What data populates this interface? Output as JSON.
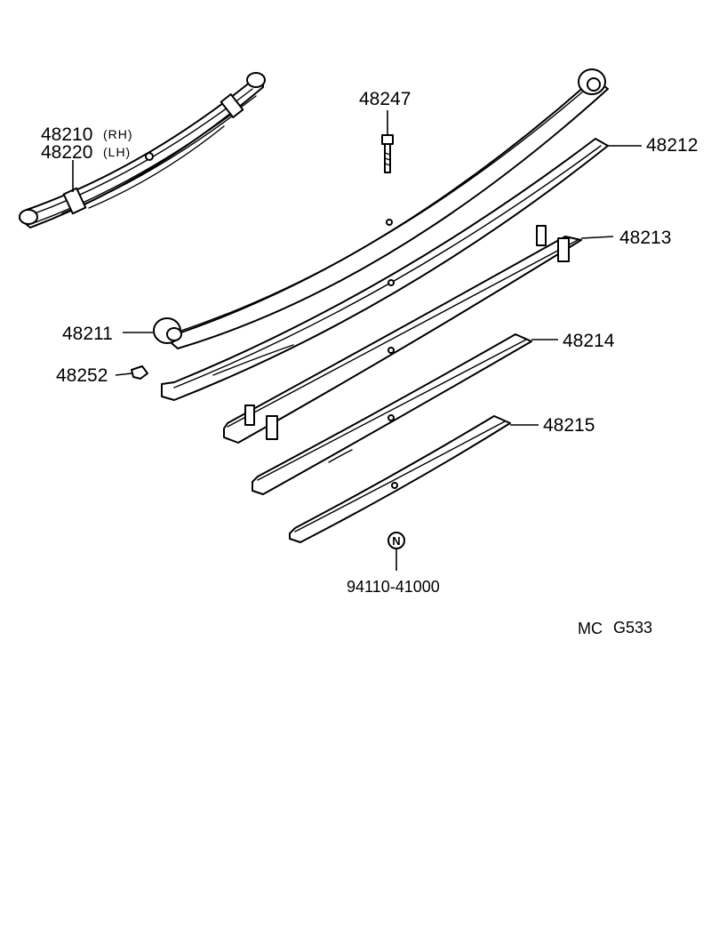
{
  "colors": {
    "line": "#000000",
    "background": "#ffffff"
  },
  "callouts": {
    "assembly_rh": {
      "part_no": "48210",
      "side": "(RH)"
    },
    "assembly_lh": {
      "part_no": "48220",
      "side": "(LH)"
    },
    "bolt": "48247",
    "leaf_main": "48211",
    "leaf_2": "48212",
    "leaf_3": "48213",
    "leaf_4": "48214",
    "leaf_5": "48215",
    "clip": "48252",
    "nut": {
      "mark": "N",
      "part_no": "94110-41000"
    }
  },
  "figure_code": {
    "prefix": "MC",
    "code": "G533"
  }
}
